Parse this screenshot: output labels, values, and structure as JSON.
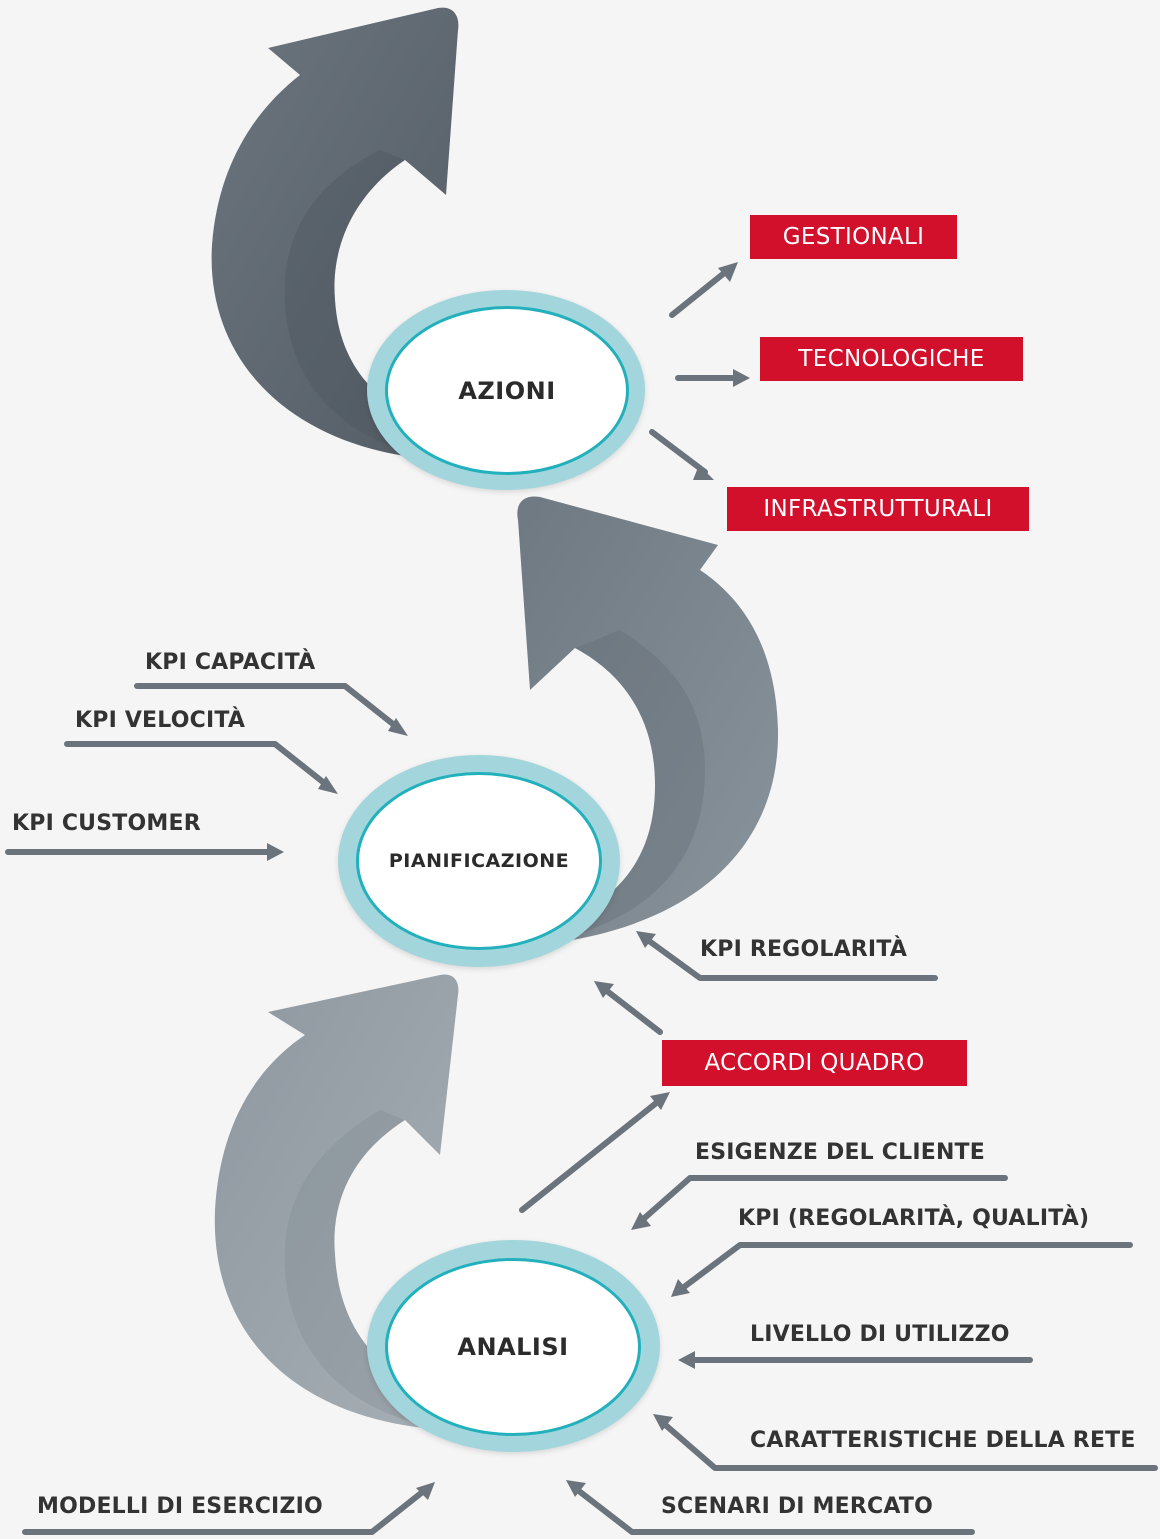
{
  "hubs": {
    "azioni": "AZIONI",
    "pianificazione": "PIANIFICAZIONE",
    "analisi": "ANALISI"
  },
  "outputs": {
    "gestionali": "GESTIONALI",
    "tecnologiche": "TECNOLOGICHE",
    "infrastrutturali": "INFRASTRUTTURALI",
    "accordi_quadro": "ACCORDI QUADRO"
  },
  "planning_inputs": {
    "kpi_capacita": "KPI CAPACITÀ",
    "kpi_velocita": "KPI VELOCITÀ",
    "kpi_customer": "KPI CUSTOMER",
    "kpi_regolarita": "KPI REGOLARITÀ"
  },
  "analysis_inputs": {
    "esigenze_cliente": "ESIGENZE DEL CLIENTE",
    "kpi_regolarita_qualita": "KPI (REGOLARITÀ, QUALITÀ)",
    "livello_utilizzo": "LIVELLO DI UTILIZZO",
    "caratteristiche_rete": "CARATTERISTICHE DELLA RETE",
    "scenari_mercato": "SCENARI DI MERCATO",
    "modelli_esercizio": "MODELLI DI ESERCIZIO"
  },
  "colors": {
    "accent_red": "#d3102c",
    "ring": "#a3d6dc",
    "ring_stroke": "#22b0bc",
    "arrow_dark": "#5f6973",
    "arrow_mid": "#7a858e",
    "arrow_light": "#9aa3aa",
    "connector": "#6b747c"
  }
}
